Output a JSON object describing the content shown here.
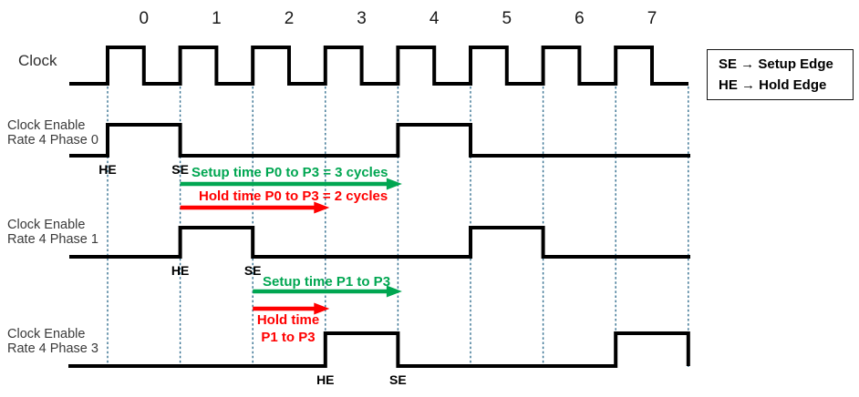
{
  "legend": {
    "lines": [
      "SE → Setup Edge",
      "HE → Hold Edge"
    ]
  },
  "cycles": [
    "0",
    "1",
    "2",
    "3",
    "4",
    "5",
    "6",
    "7"
  ],
  "colors": {
    "signal": "#000000",
    "grid": "#336f8f",
    "setup": "#00a651",
    "hold": "#ff0000",
    "row_label": "#3a3a3a"
  },
  "signals": [
    {
      "id": "clock",
      "label_lines": [
        "Clock"
      ],
      "pulse_cycles": [
        0,
        1,
        2,
        3,
        4,
        5,
        6,
        7
      ]
    },
    {
      "id": "clock-enable-rate4-phase0",
      "label_lines": [
        "Clock Enable",
        "Rate 4 Phase 0"
      ],
      "pulse_cycles": [
        0,
        4
      ],
      "he_label": "HE",
      "se_label": "SE",
      "hold_edge_cycle": 0,
      "setup_edge_cycle": 1
    },
    {
      "id": "clock-enable-rate4-phase1",
      "label_lines": [
        "Clock Enable",
        "Rate 4 Phase 1"
      ],
      "pulse_cycles": [
        1,
        5
      ],
      "he_label": "HE",
      "se_label": "SE",
      "hold_edge_cycle": 1,
      "setup_edge_cycle": 2
    },
    {
      "id": "clock-enable-rate4-phase3",
      "label_lines": [
        "Clock Enable",
        "Rate 4 Phase 3"
      ],
      "pulse_cycles": [
        3,
        7
      ],
      "he_label": "HE",
      "se_label": "SE",
      "hold_edge_cycle": 3,
      "setup_edge_cycle": 4
    }
  ],
  "annotations": [
    {
      "type": "setup",
      "text": "Setup time P0 to P3 = 3 cycles",
      "from_cycle": 1,
      "to_cycle": 4,
      "cycles": 3
    },
    {
      "type": "hold",
      "text": "Hold time P0 to P3 = 2 cycles",
      "from_cycle": 1,
      "to_cycle": 3,
      "cycles": 2
    },
    {
      "type": "setup",
      "text": "Setup time P1 to P3",
      "from_cycle": 2,
      "to_cycle": 4
    },
    {
      "type": "hold",
      "text_lines": [
        "Hold time",
        "P1 to P3"
      ],
      "from_cycle": 2,
      "to_cycle": 3
    }
  ]
}
